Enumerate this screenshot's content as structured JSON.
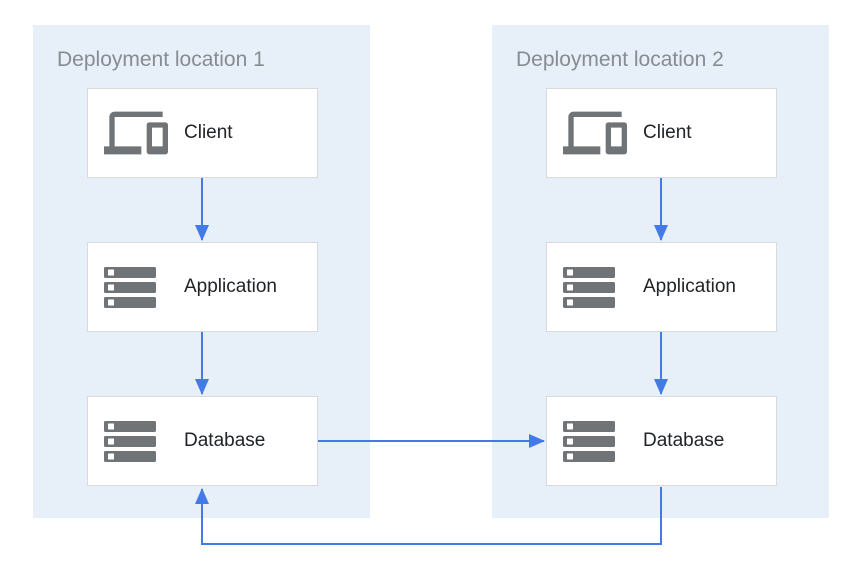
{
  "diagram_title": "",
  "colors": {
    "accent_blue": "#4479e8",
    "container_fill": "#e7eff9",
    "box_border": "#d8dadc",
    "icon_gray": "#717477",
    "title_gray": "#878c90",
    "label_color": "#212427",
    "canvas_bg": "#ffffff"
  },
  "locations": [
    {
      "title": "Deployment location 1",
      "nodes": [
        {
          "label": "Client",
          "icon": "devices-icon"
        },
        {
          "label": "Application",
          "icon": "server-stack-icon"
        },
        {
          "label": "Database",
          "icon": "server-stack-icon"
        }
      ]
    },
    {
      "title": "Deployment location 2",
      "nodes": [
        {
          "label": "Client",
          "icon": "devices-icon"
        },
        {
          "label": "Application",
          "icon": "server-stack-icon"
        },
        {
          "label": "Database",
          "icon": "server-stack-icon"
        }
      ]
    }
  ],
  "connections": [
    {
      "from": "client-1",
      "to": "application-1",
      "style": "arrow-down"
    },
    {
      "from": "application-1",
      "to": "database-1",
      "style": "arrow-down"
    },
    {
      "from": "client-2",
      "to": "application-2",
      "style": "arrow-down"
    },
    {
      "from": "application-2",
      "to": "database-2",
      "style": "arrow-down"
    },
    {
      "from": "database-1",
      "to": "database-2",
      "style": "arrow-right"
    },
    {
      "from": "database-2",
      "to": "database-1",
      "style": "arrow-loop-bottom-up"
    }
  ]
}
